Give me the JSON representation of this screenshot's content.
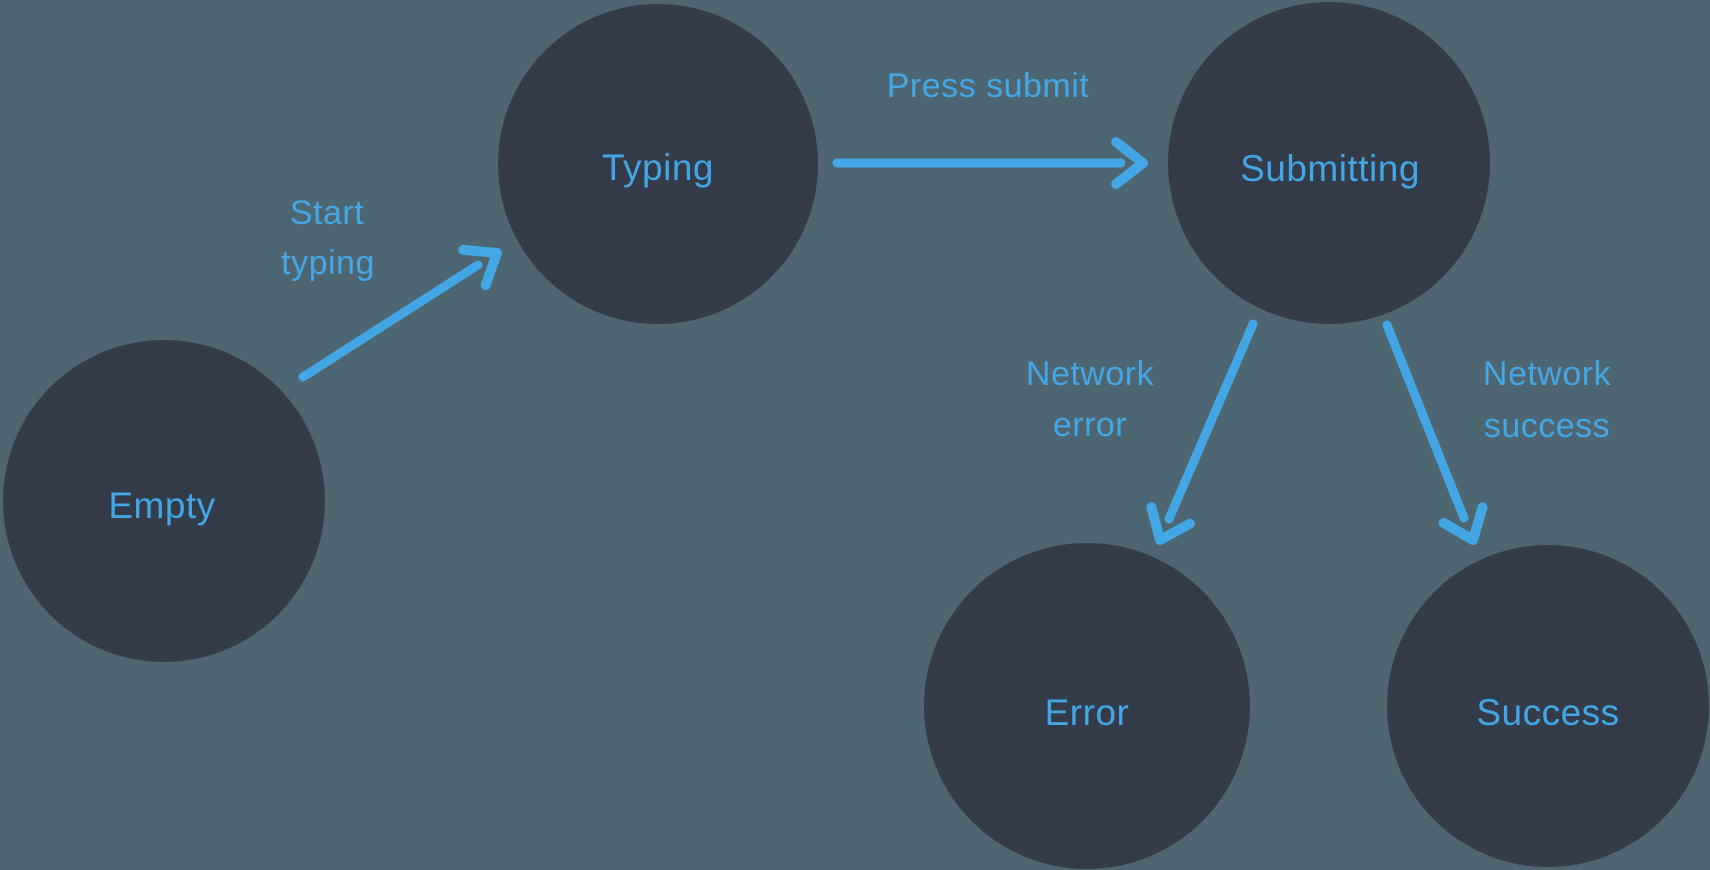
{
  "colors": {
    "background": "#4d6671",
    "node_fill": "#343b49",
    "accent": "#43a6e5"
  },
  "states": [
    {
      "id": "empty",
      "label": "Empty"
    },
    {
      "id": "typing",
      "label": "Typing"
    },
    {
      "id": "submitting",
      "label": "Submitting"
    },
    {
      "id": "error",
      "label": "Error"
    },
    {
      "id": "success",
      "label": "Success"
    }
  ],
  "transitions": [
    {
      "id": "start-typing",
      "from": "empty",
      "to": "typing",
      "label": "Start typing",
      "lines": [
        "Start",
        "typing"
      ]
    },
    {
      "id": "press-submit",
      "from": "typing",
      "to": "submitting",
      "label": "Press submit",
      "lines": [
        "Press submit"
      ]
    },
    {
      "id": "network-error",
      "from": "submitting",
      "to": "error",
      "label": "Network error",
      "lines": [
        "Network",
        "error"
      ]
    },
    {
      "id": "network-success",
      "from": "submitting",
      "to": "success",
      "label": "Network success",
      "lines": [
        "Network",
        "success"
      ]
    }
  ]
}
